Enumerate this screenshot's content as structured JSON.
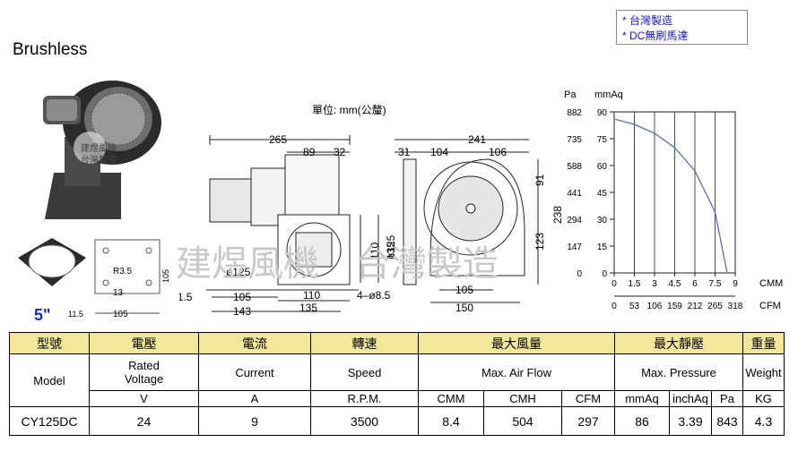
{
  "notes": [
    "* 台灣製造",
    "* DC無刷馬達"
  ],
  "title": "Brushless",
  "size_label": "5\"",
  "unit_label": "單位: mm(公釐)",
  "watermark": "建煜風機　台灣製造",
  "logo_text": [
    "建煜風機",
    "台灣製造"
  ],
  "drawing_dims": {
    "side": [
      "265",
      "89",
      "32",
      "110",
      "135",
      "ø125",
      "105",
      "11.5",
      "143",
      "110",
      "135",
      "4–ø8.5"
    ],
    "front": [
      "241",
      "31",
      "104",
      "106",
      "91",
      "238",
      "123",
      "ø125",
      "105",
      "150"
    ],
    "bracket": [
      "R3.5",
      "13",
      "105",
      "11.5",
      "105"
    ]
  },
  "chart_data": {
    "type": "line",
    "x": [
      0,
      1.5,
      3,
      4.5,
      6,
      7.5,
      8.4
    ],
    "series": [
      {
        "values": [
          86,
          83,
          78,
          70,
          57,
          34,
          0
        ]
      }
    ],
    "y_left_label": "Pa",
    "y_right_label": "mmAq",
    "y_pa_ticks": [
      "882",
      "735",
      "588",
      "441",
      "294",
      "147",
      "0"
    ],
    "y_mmaq_ticks": [
      "90",
      "75",
      "60",
      "45",
      "30",
      "15",
      "0"
    ],
    "x_cmm_ticks": [
      "0",
      "1.5",
      "3",
      "4.5",
      "6",
      "7.5",
      "9"
    ],
    "x_cfm_ticks": [
      "0",
      "53",
      "106",
      "159",
      "212",
      "265",
      "318"
    ],
    "x_label_1": "CMM",
    "x_label_2": "CFM",
    "xlim": [
      0,
      9
    ],
    "ylim": [
      0,
      90
    ],
    "grid": true
  },
  "table": {
    "header_zh": [
      "型號",
      "電壓",
      "電流",
      "轉速",
      "最大風量",
      "最大靜壓",
      "重量"
    ],
    "header_en": [
      "Model",
      "Rated\nVoltage",
      "Current",
      "Speed",
      "Max. Air Flow",
      "Max. Pressure",
      "Weight"
    ],
    "units": [
      "V",
      "A",
      "R.P.M.",
      "CMM",
      "CMH",
      "CFM",
      "mmAq",
      "inchAq",
      "Pa",
      "KG"
    ],
    "row": [
      "CY125DC",
      "24",
      "9",
      "3500",
      "8.4",
      "504",
      "297",
      "86",
      "3.39",
      "843",
      "4.3"
    ]
  },
  "colors": {
    "note_text": "#1a1aa0",
    "header_bg": "#f2e79a",
    "curve": "#5a6fb0",
    "size_label": "#1a2fa8"
  }
}
